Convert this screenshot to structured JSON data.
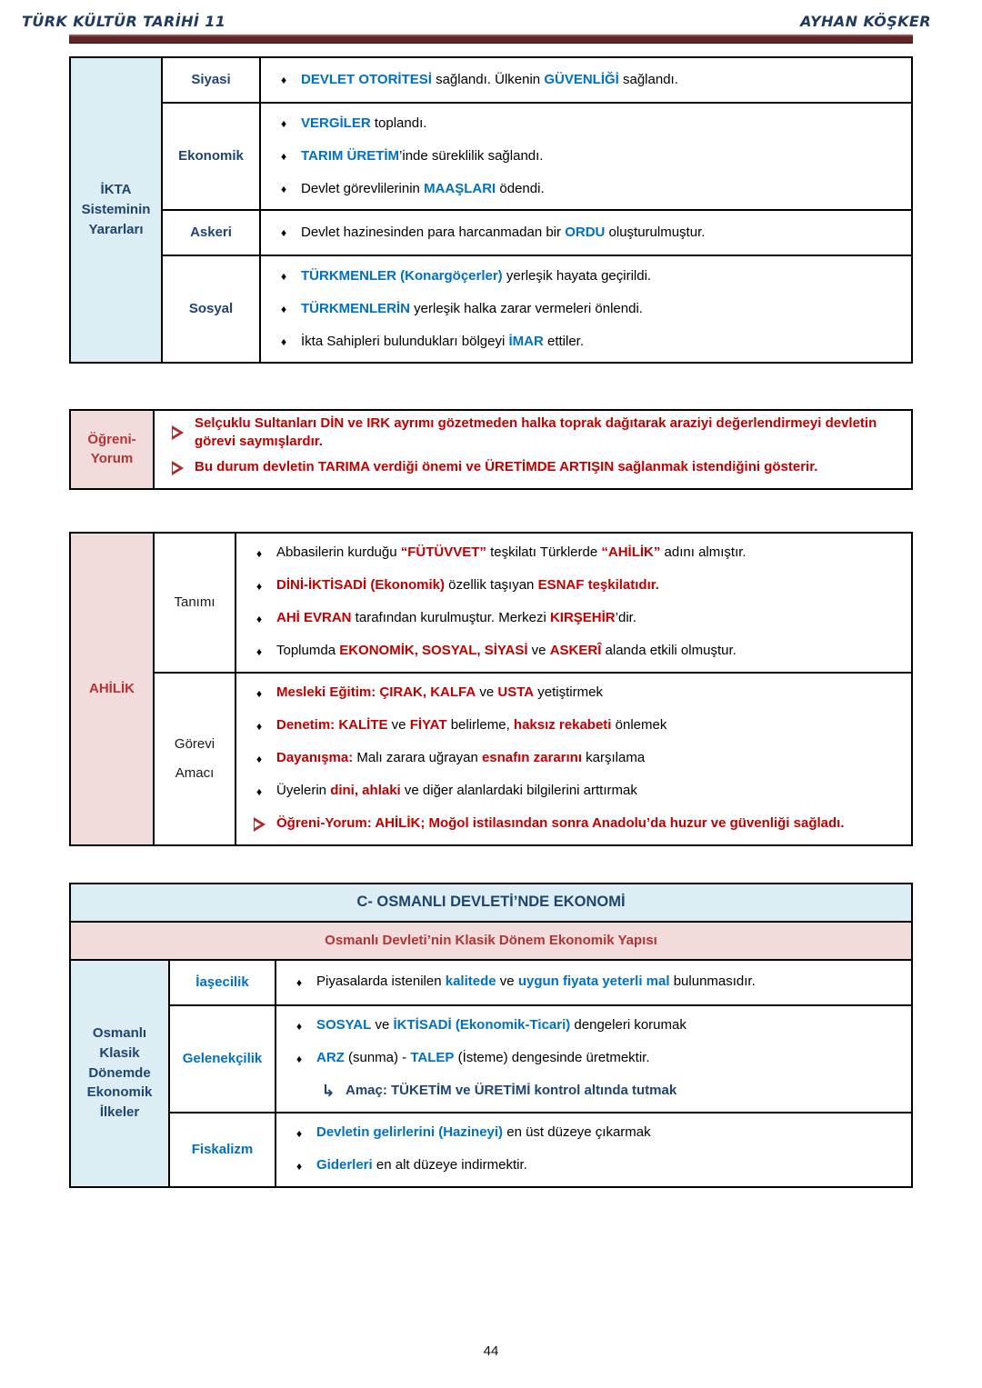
{
  "page_header": {
    "title_left": "TÜRK KÜLTÜR TARİHİ 11",
    "title_right": "AYHAN KÖŞKER"
  },
  "footer": {
    "page_number": "44"
  },
  "colors": {
    "navy_text": "#1f4470",
    "blue_keyword": "#0070c0",
    "red_keyword": "#c00000",
    "maroon_header_text": "#b03434",
    "light_blue_bg": "#dceef3",
    "pink_bg": "#f2dcdb",
    "divider_maroon": "#5e2526"
  },
  "icons": {
    "diamond_bullet": "♦",
    "arrow_bullet": "right-arrowhead-outline",
    "curved_arrow": "↳"
  },
  "tables": [
    {
      "name": "ikta-yararlari",
      "cols": [
        "99px",
        "106px",
        "1fr"
      ],
      "header": {
        "text": "İKTA\nSisteminin\nYararları",
        "bg": "lightblue",
        "style": "navy"
      },
      "rows": [
        {
          "label": "Siyasi",
          "label_style": "navy",
          "lines": [
            {
              "m": "d",
              "seg": [
                {
                  "t": "DEVLET OTORİTESİ",
                  "s": "b"
                },
                {
                  "t": " sağlandı. Ülkenin ",
                  "s": "p"
                },
                {
                  "t": "GÜVENLİĞİ",
                  "s": "b"
                },
                {
                  "t": " sağlandı.",
                  "s": "p"
                }
              ]
            }
          ]
        },
        {
          "label": "Ekonomik",
          "label_style": "navy",
          "lines": [
            {
              "m": "d",
              "seg": [
                {
                  "t": "VERGİLER",
                  "s": "b"
                },
                {
                  "t": " toplandı.",
                  "s": "p"
                }
              ]
            },
            {
              "m": "d",
              "seg": [
                {
                  "t": "TARIM ÜRETİM",
                  "s": "b"
                },
                {
                  "t": "’inde süreklilik sağlandı.",
                  "s": "p"
                }
              ]
            },
            {
              "m": "d",
              "seg": [
                {
                  "t": "Devlet görevlilerinin ",
                  "s": "p"
                },
                {
                  "t": "MAAŞLARI",
                  "s": "b"
                },
                {
                  "t": " ödendi.",
                  "s": "p"
                }
              ]
            }
          ]
        },
        {
          "label": "Askeri",
          "label_style": "navy",
          "lines": [
            {
              "m": "d",
              "seg": [
                {
                  "t": "Devlet hazinesinden para harcanmadan bir ",
                  "s": "p"
                },
                {
                  "t": "ORDU",
                  "s": "b"
                },
                {
                  "t": " oluşturulmuştur.",
                  "s": "p"
                }
              ]
            }
          ]
        },
        {
          "label": "Sosyal",
          "label_style": "navy",
          "lines": [
            {
              "m": "d",
              "seg": [
                {
                  "t": "TÜRKMENLER (Konargöçerler)",
                  "s": "b"
                },
                {
                  "t": " yerleşik hayata geçirildi.",
                  "s": "p"
                }
              ]
            },
            {
              "m": "d",
              "seg": [
                {
                  "t": "TÜRKMENLERİN",
                  "s": "b"
                },
                {
                  "t": " yerleşik halka zarar vermeleri önlendi.",
                  "s": "p"
                }
              ]
            },
            {
              "m": "d",
              "seg": [
                {
                  "t": "İkta Sahipleri bulundukları bölgeyi ",
                  "s": "p"
                },
                {
                  "t": "İMAR",
                  "s": "b"
                },
                {
                  "t": " ettiler.",
                  "s": "p"
                }
              ]
            }
          ]
        }
      ]
    },
    {
      "name": "ogreni-yorum",
      "cols": [
        "90px",
        "1fr"
      ],
      "header": {
        "text": "Öğreni-\nYorum",
        "bg": "pink",
        "style": "maroon"
      },
      "rows": [
        {
          "label": null,
          "lines": [
            {
              "m": "a",
              "seg": [
                {
                  "t": "Selçuklu Sultanları DİN ve IRK ayrımı gözetmeden halka toprak dağıtarak araziyi değerlendirmeyi devletin görevi saymışlardır.",
                  "s": "r"
                }
              ]
            },
            {
              "m": "a",
              "seg": [
                {
                  "t": "Bu durum devletin TARIMA verdiği önemi ve ÜRETİMDE ARTIŞIN sağlanmak istendiğini gösterir.",
                  "s": "r"
                }
              ]
            }
          ]
        }
      ]
    },
    {
      "name": "ahilik",
      "cols": [
        "90px",
        "88px",
        "1fr"
      ],
      "header": {
        "text": "AHİLİK",
        "bg": "pink",
        "style": "maroon"
      },
      "rows": [
        {
          "label": "Tanımı",
          "label_style": "plain",
          "lines": [
            {
              "m": "d",
              "seg": [
                {
                  "t": "Abbasilerin kurduğu ",
                  "s": "p"
                },
                {
                  "t": "“FÜTÜVVET”",
                  "s": "r"
                },
                {
                  "t": " teşkilatı Türklerde ",
                  "s": "p"
                },
                {
                  "t": "“AHİLİK”",
                  "s": "r"
                },
                {
                  "t": " adını almıştır.",
                  "s": "p"
                }
              ]
            },
            {
              "m": "d",
              "seg": [
                {
                  "t": "DİNİ-İKTİSADİ (Ekonomik)",
                  "s": "r"
                },
                {
                  "t": " özellik taşıyan ",
                  "s": "p"
                },
                {
                  "t": "ESNAF teşkilatıdır.",
                  "s": "r"
                }
              ]
            },
            {
              "m": "d",
              "seg": [
                {
                  "t": "AHİ EVRAN",
                  "s": "r"
                },
                {
                  "t": " tarafından kurulmuştur. Merkezi ",
                  "s": "p"
                },
                {
                  "t": "KIRŞEHİR",
                  "s": "r"
                },
                {
                  "t": "’dir.",
                  "s": "p"
                }
              ]
            },
            {
              "m": "d",
              "seg": [
                {
                  "t": "Toplumda ",
                  "s": "p"
                },
                {
                  "t": "EKONOMİK, SOSYAL, SİYASİ",
                  "s": "r"
                },
                {
                  "t": " ve ",
                  "s": "p"
                },
                {
                  "t": "ASKERÎ",
                  "s": "r"
                },
                {
                  "t": " alanda etkili olmuştur.",
                  "s": "p"
                }
              ]
            }
          ]
        },
        {
          "label": "Görevi\nAmacı",
          "label_style": "plain",
          "lines": [
            {
              "m": "d",
              "seg": [
                {
                  "t": "Mesleki Eğitim: ÇIRAK, KALFA",
                  "s": "r"
                },
                {
                  "t": " ve ",
                  "s": "p"
                },
                {
                  "t": "USTA",
                  "s": "r"
                },
                {
                  "t": " yetiştirmek",
                  "s": "p"
                }
              ]
            },
            {
              "m": "d",
              "seg": [
                {
                  "t": "Denetim: KALİTE",
                  "s": "r"
                },
                {
                  "t": " ve ",
                  "s": "p"
                },
                {
                  "t": "FİYAT",
                  "s": "r"
                },
                {
                  "t": " belirleme, ",
                  "s": "p"
                },
                {
                  "t": "haksız rekabeti",
                  "s": "r"
                },
                {
                  "t": " önlemek",
                  "s": "p"
                }
              ]
            },
            {
              "m": "d",
              "seg": [
                {
                  "t": "Dayanışma:",
                  "s": "r"
                },
                {
                  "t": " Malı zarara uğrayan ",
                  "s": "p"
                },
                {
                  "t": "esnafın zararını",
                  "s": "r"
                },
                {
                  "t": " karşılama",
                  "s": "p"
                }
              ]
            },
            {
              "m": "d",
              "seg": [
                {
                  "t": "Üyelerin ",
                  "s": "p"
                },
                {
                  "t": "dini, ahlaki",
                  "s": "r"
                },
                {
                  "t": " ve diğer alanlardaki bilgilerini arttırmak",
                  "s": "p"
                }
              ]
            },
            {
              "m": "a",
              "seg": [
                {
                  "t": "Öğreni-Yorum: AHİLİK; Moğol istilasından sonra Anadolu’da huzur ve güvenliği sağladı.",
                  "s": "r"
                }
              ]
            }
          ]
        }
      ]
    },
    {
      "name": "osmanli-ekonomi",
      "cols": [
        "107px",
        "115px",
        "1fr"
      ],
      "title": {
        "text": "C- OSMANLI DEVLETİ’NDE EKONOMİ",
        "bg": "lightblue"
      },
      "subtitle": {
        "text": "Osmanlı Devleti’nin Klasik Dönem Ekonomik Yapısı",
        "bg": "pink"
      },
      "header": {
        "text": "Osmanlı\nKlasik\nDönemde\nEkonomik\nİlkeler",
        "bg": "lightblue",
        "style": "navy"
      },
      "rows": [
        {
          "label": "İaşecilik",
          "label_style": "blue",
          "lines": [
            {
              "m": "d",
              "seg": [
                {
                  "t": "Piyasalarda istenilen ",
                  "s": "p"
                },
                {
                  "t": "kalitede",
                  "s": "b"
                },
                {
                  "t": " ve ",
                  "s": "p"
                },
                {
                  "t": "uygun fiyata yeterli mal",
                  "s": "b"
                },
                {
                  "t": " bulunmasıdır.",
                  "s": "p"
                }
              ]
            }
          ]
        },
        {
          "label": "Gelenekçilik",
          "label_style": "blue",
          "lines": [
            {
              "m": "d",
              "seg": [
                {
                  "t": "SOSYAL",
                  "s": "b"
                },
                {
                  "t": " ve ",
                  "s": "p"
                },
                {
                  "t": "İKTİSADİ (Ekonomik-Ticari)",
                  "s": "b"
                },
                {
                  "t": " dengeleri korumak",
                  "s": "p"
                }
              ]
            },
            {
              "m": "d",
              "seg": [
                {
                  "t": "ARZ",
                  "s": "b"
                },
                {
                  "t": " (sunma) - ",
                  "s": "p"
                },
                {
                  "t": "TALEP",
                  "s": "b"
                },
                {
                  "t": " (İsteme) dengesinde üretmektir.",
                  "s": "p"
                }
              ]
            },
            {
              "m": "c",
              "seg": [
                {
                  "t": "Amaç: TÜKETİM ve ÜRETİMİ kontrol altında tutmak",
                  "s": "n"
                }
              ]
            }
          ]
        },
        {
          "label": "Fiskalizm",
          "label_style": "blue",
          "lines": [
            {
              "m": "d",
              "seg": [
                {
                  "t": "Devletin gelirlerini (Hazineyi)",
                  "s": "b"
                },
                {
                  "t": " en üst düzeye çıkarmak",
                  "s": "p"
                }
              ]
            },
            {
              "m": "d",
              "seg": [
                {
                  "t": "Giderleri",
                  "s": "b"
                },
                {
                  "t": " en alt düzeye indirmektir.",
                  "s": "p"
                }
              ]
            }
          ]
        }
      ]
    }
  ]
}
